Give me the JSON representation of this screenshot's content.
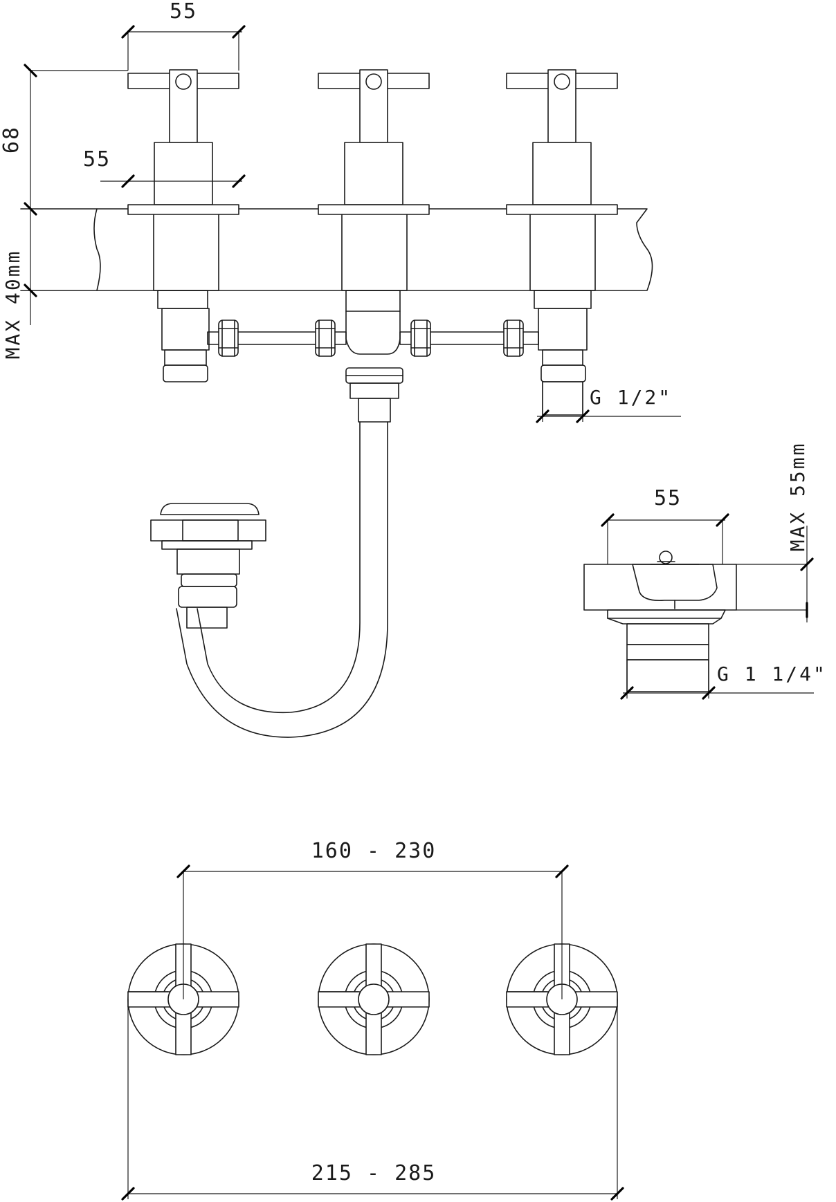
{
  "dimensions": {
    "handle_width": "55",
    "height_above_deck": "68",
    "flange_width": "55",
    "deck_thickness": "MAX  40mm",
    "inlet_thread": "G 1/2\"",
    "waste_width": "55",
    "waste_deck": "MAX  55mm",
    "waste_thread": "G 1 1/4\"",
    "centers_range": "160 - 230",
    "overall_range": "215 - 285"
  }
}
